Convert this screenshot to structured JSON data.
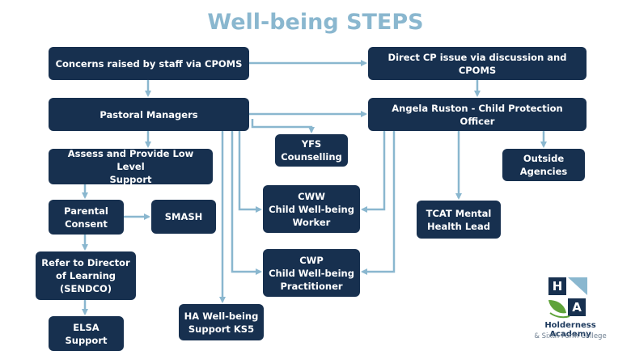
{
  "title": "Well-being STEPS",
  "nodes": {
    "concerns": "Concerns raised by staff via CPOMS",
    "direct_cp": "Direct CP issue via discussion and CPOMS",
    "pastoral": "Pastoral Managers",
    "angela": "Angela Ruston - Child Protection Officer",
    "yfs": "YFS\nCounselling",
    "outside": "Outside\nAgencies",
    "assess": "Assess and Provide Low Level\nSupport",
    "parental": "Parental\nConsent",
    "smash": "SMASH",
    "cww": "CWW\nChild Well-being\nWorker",
    "tcat": "TCAT Mental\nHealth Lead",
    "refer": "Refer to Director\nof Learning\n(SENDCO)",
    "cwp": "CWP\nChild Well-being\nPractitioner",
    "ha_support": "HA Well-being\nSupport KS5",
    "elsa": "ELSA\nSupport"
  },
  "logo": {
    "letters": [
      "H",
      "A"
    ],
    "name": "Holderness Academy",
    "subtitle": "& Sixth Form College"
  },
  "colors": {
    "title": "#8ab7cf",
    "box": "#17304f",
    "connector": "#8ab7cf"
  }
}
